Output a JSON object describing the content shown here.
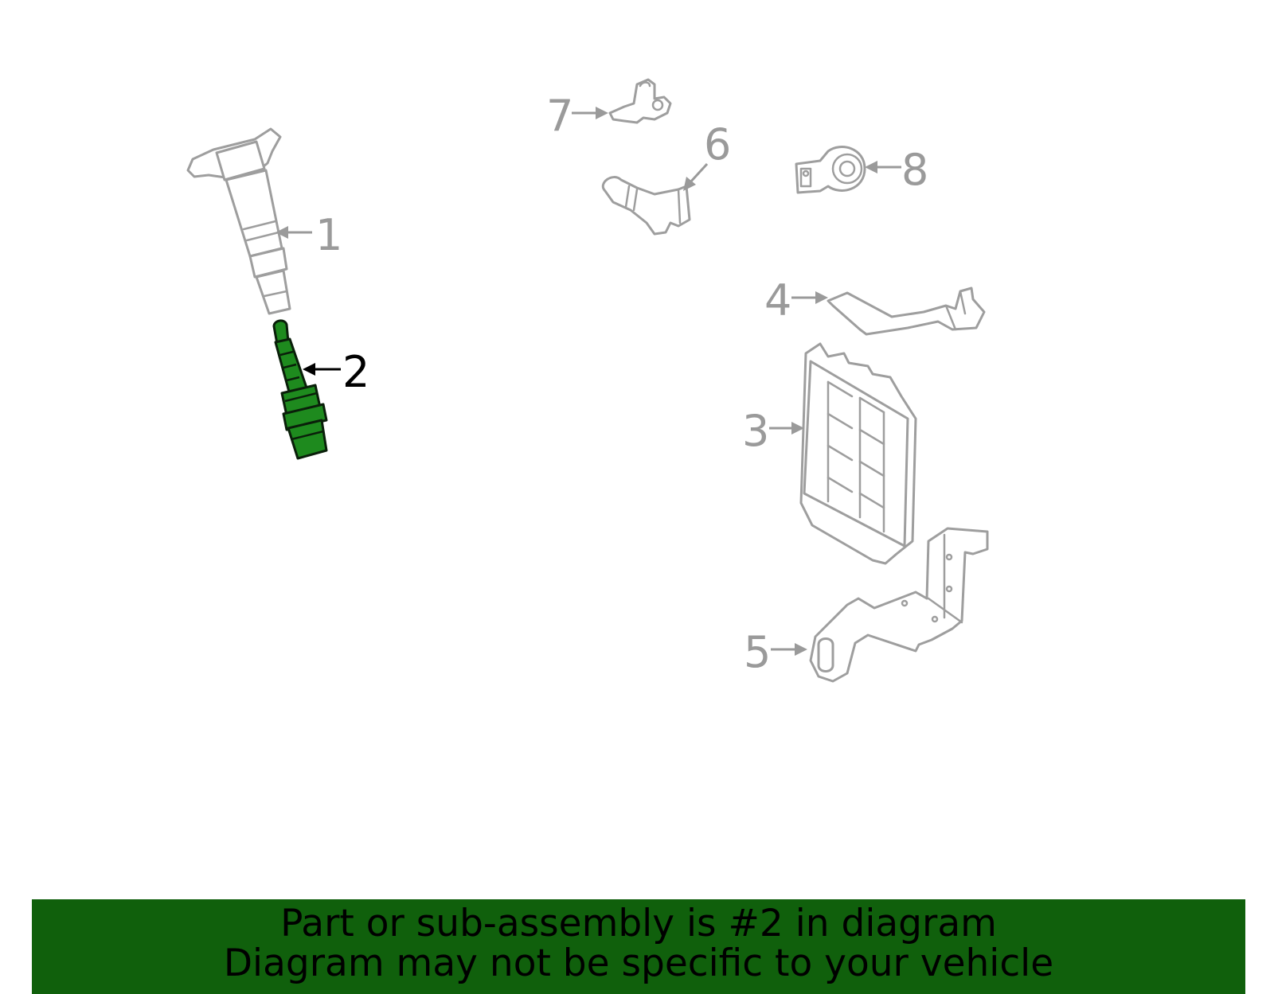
{
  "callouts": {
    "c1": "1",
    "c2": "2",
    "c3": "3",
    "c4": "4",
    "c5": "5",
    "c6": "6",
    "c7": "7",
    "c8": "8"
  },
  "highlighted_part": "2",
  "colors": {
    "highlight_fill": "#1e8a1e",
    "banner_background": "#10600c",
    "outline_gray": "#9e9e9e"
  },
  "banner": {
    "line1": "Part or sub-assembly is #2 in diagram",
    "line2": "Diagram may not be specific to your vehicle"
  }
}
